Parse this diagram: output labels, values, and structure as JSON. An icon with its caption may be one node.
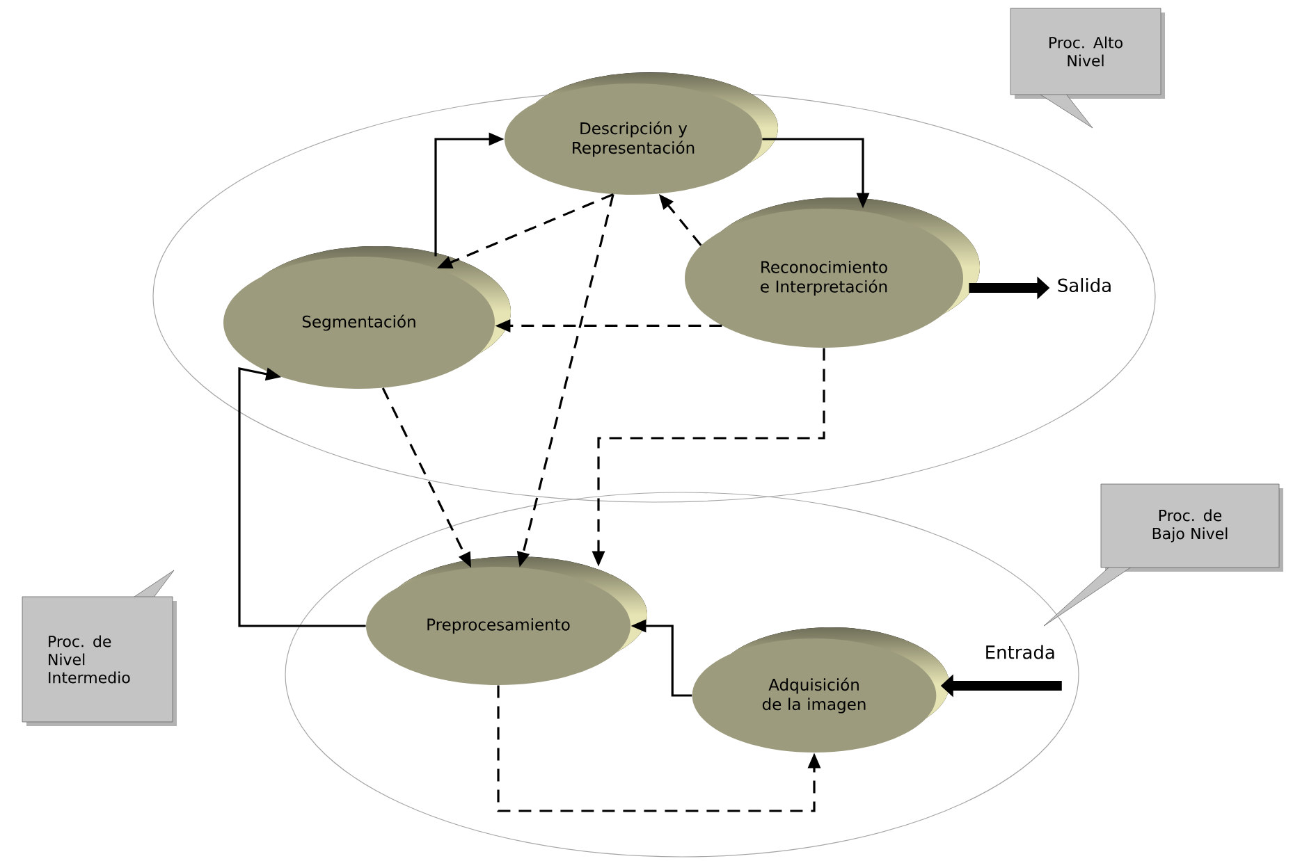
{
  "diagram": {
    "nodes": [
      {
        "text": [],
        "shape": "ellipse"
      },
      {
        "text": [],
        "shape": "ellipse"
      },
      {
        "text": [
          "Descripción y Representación"
        ],
        "in": 0
      },
      {
        "text": [
          "Segmentación"
        ],
        "in": 0
      },
      {
        "text": [
          "Reconocimiento e Interpretación"
        ],
        "in": 0
      },
      {
        "text": [
          "Preprocesamiento"
        ],
        "in": 1
      },
      {
        "text": [
          "Adquisición de la imagen"
        ],
        "in": 1
      },
      {
        "text": [
          "Proc. Alto Nivel"
        ]
      },
      {
        "text": [
          "Proc. de Bajo Nivel"
        ]
      },
      {
        "text": [
          "Proc. de Nivel Intermedio"
        ]
      }
    ],
    "edges": [
      {
        "from": 3,
        "to": 2,
        "arrow": "to"
      },
      {
        "from": 2,
        "to": 4,
        "arrow": "to"
      },
      {
        "from": 2,
        "to": 3,
        "arrow": "to",
        "style": "dashed"
      },
      {
        "from": 4,
        "to": 2,
        "arrow": "to",
        "style": "dashed"
      },
      {
        "from": 4,
        "to": 3,
        "arrow": "to",
        "style": "dashed"
      },
      {
        "from": 2,
        "to": 5,
        "arrow": "to",
        "style": "dashed"
      },
      {
        "from": 3,
        "to": 5,
        "arrow": "to",
        "style": "dashed"
      },
      {
        "from": 4,
        "to": 5,
        "arrow": "to",
        "style": "dashed"
      },
      {
        "from": 5,
        "to": 3,
        "arrow": "to"
      },
      {
        "from": 6,
        "to": 5,
        "arrow": "to"
      },
      {
        "from": 5,
        "to": 6,
        "arrow": "to",
        "style": "dashed"
      },
      {
        "from": 4,
        "to": null,
        "arrow": "to",
        "style": "thick",
        "label": "Salida"
      },
      {
        "from": null,
        "to": 6,
        "arrow": "to",
        "style": "thick",
        "label": "Entrada"
      }
    ]
  }
}
